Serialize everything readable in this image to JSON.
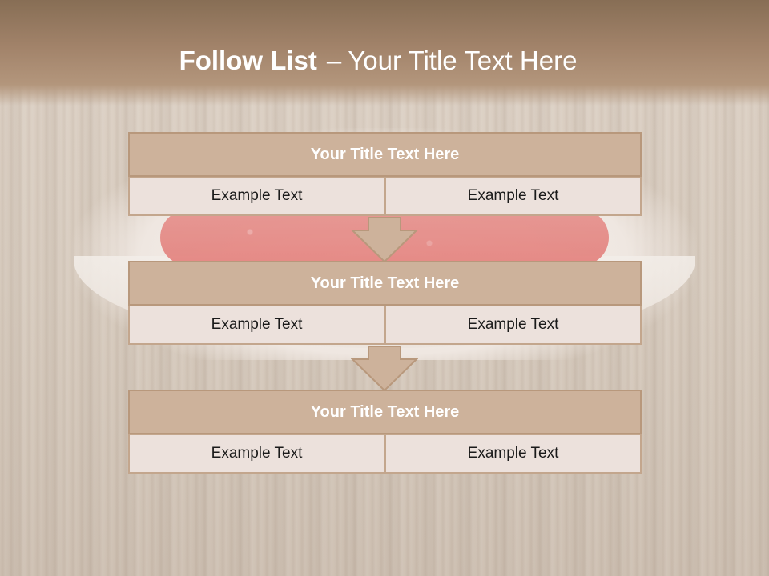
{
  "slide": {
    "title_bold": "Follow List",
    "title_separator": "–",
    "title_rest": "Your Title Text Here"
  },
  "blocks": [
    {
      "title": "Your Title Text Here",
      "left": "Example Text",
      "right": "Example Text"
    },
    {
      "title": "Your Title Text Here",
      "left": "Example Text",
      "right": "Example Text"
    },
    {
      "title": "Your Title Text Here",
      "left": "Example Text",
      "right": "Example Text"
    }
  ],
  "colors": {
    "header_band": "#9c7f64",
    "block_title_fill": "#cdb29b",
    "block_border": "#b8987c",
    "cell_fill": "#ece1dc",
    "arrow_fill": "#cdb29b"
  },
  "icons": {
    "connector": "down-arrow-icon"
  }
}
